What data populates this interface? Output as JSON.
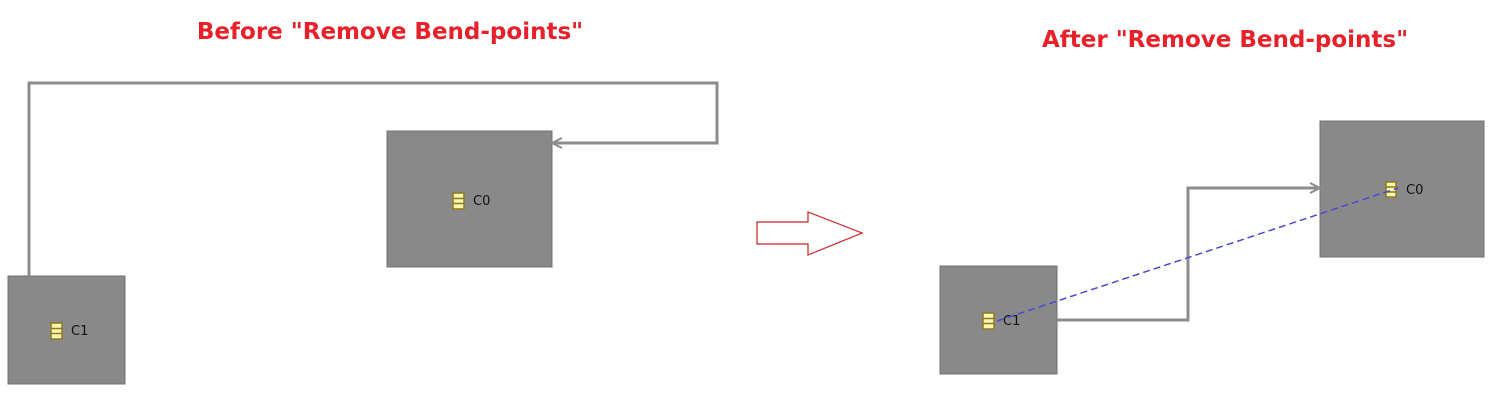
{
  "colors": {
    "caption": "#e8202a",
    "node_fill": "#898989",
    "node_border": "#707070",
    "edge": "#8c8c8c",
    "dashed_link": "#4a4ad0",
    "arrow_outline": "#cc2020",
    "label_text": "#111111",
    "icon_fill": "#fff7b0",
    "icon_stroke": "#8a7a20"
  },
  "before": {
    "caption": "Before \"Remove Bend-points\"",
    "nodes": {
      "c0": {
        "label": "C0",
        "icon": "class-icon"
      },
      "c1": {
        "label": "C1",
        "icon": "class-icon"
      }
    }
  },
  "transition": {
    "icon": "right-arrow-icon"
  },
  "after": {
    "caption": "After \"Remove Bend-points\"",
    "nodes": {
      "c0": {
        "label": "C0",
        "icon": "class-icon"
      },
      "c1": {
        "label": "C1",
        "icon": "class-icon"
      }
    }
  }
}
